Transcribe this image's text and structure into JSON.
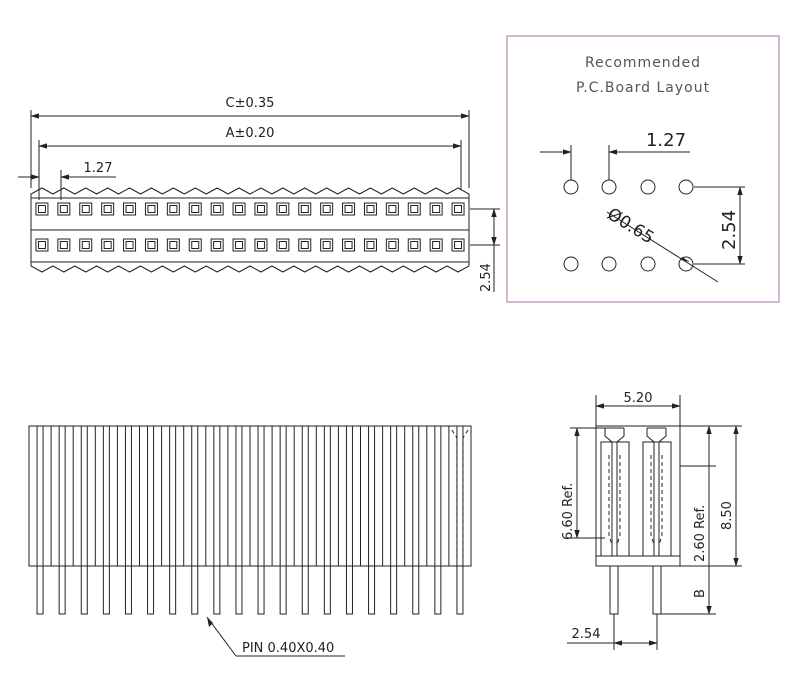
{
  "top_view": {
    "dim_c": "C±0.35",
    "dim_a": "A±0.20",
    "dim_pitch": "1.27",
    "dim_row": "2.54",
    "pins_per_row": 20
  },
  "pcb_layout": {
    "title_line1": "Recommended",
    "title_line2": "P.C.Board  Layout",
    "dim_pitch": "1.27",
    "dim_row": "2.54",
    "dim_hole": "Ø0.65",
    "border_color": "#b58bb5"
  },
  "front_view": {
    "pin_label": "PIN  0.40X0.40",
    "pin_count": 20
  },
  "side_view": {
    "dim_width": "5.20",
    "dim_socket_ref": "6.60  Ref.",
    "dim_contact_ref": "2.60  Ref.",
    "dim_height": "8.50",
    "dim_b": "B",
    "dim_row": "2.54"
  }
}
